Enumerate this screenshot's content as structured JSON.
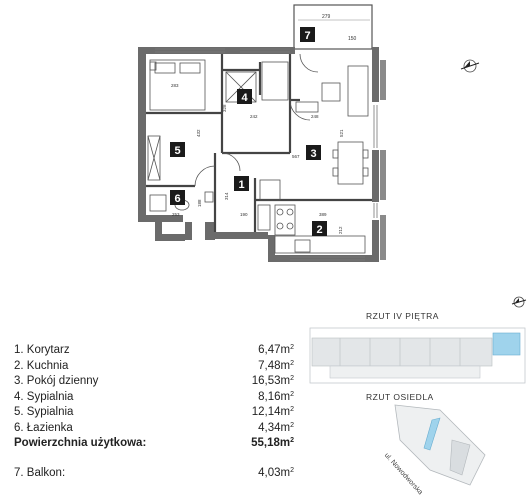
{
  "rooms": [
    {
      "label": "1. Korytarz",
      "area": "6,47",
      "marker": "1"
    },
    {
      "label": "2. Kuchnia",
      "area": "7,48",
      "marker": "2"
    },
    {
      "label": "3. Pokój dzienny",
      "area": "16,53",
      "marker": "3"
    },
    {
      "label": "4. Sypialnia",
      "area": "8,16",
      "marker": "4"
    },
    {
      "label": "5. Sypialnia",
      "area": "12,14",
      "marker": "5"
    },
    {
      "label": "6. Łazienka",
      "area": "4,34",
      "marker": "6"
    }
  ],
  "unit": "m",
  "unit_exp": "2",
  "total": {
    "label": "Powierzchnia użytkowa:",
    "area": "55,18"
  },
  "balcony": {
    "label": "7. Balkon:",
    "area": "4,03",
    "marker": "7"
  },
  "dimensions": {
    "d1": "279",
    "d2": "150",
    "d3": "283",
    "d4": "328",
    "d5": "242",
    "d6": "248",
    "d7": "432",
    "d8": "521",
    "d9": "567",
    "d10": "314",
    "d11": "190",
    "d12": "253",
    "d13": "188",
    "d14": "389",
    "d15": "212"
  },
  "floor_caption": "RZUT IV PIĘTRA",
  "estate_caption": "RZUT OSIEDLA",
  "street_label": "ul. Nowodworska",
  "colors": {
    "wall": "#6b6b6b",
    "marker": "#1a1a1a",
    "highlight": "#9fd3ec",
    "site": "#d9dde0"
  }
}
